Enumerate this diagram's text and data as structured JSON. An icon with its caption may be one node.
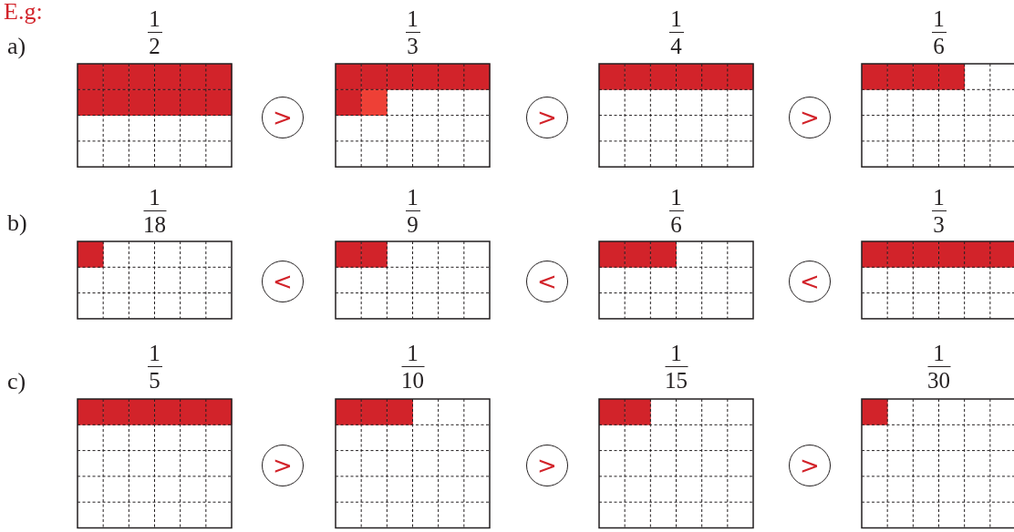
{
  "diagram": {
    "nodes": [
      {
        "text": [
          "1/2"
        ]
      },
      {
        "text": [
          ">"
        ]
      },
      {
        "text": [
          "1/3"
        ]
      },
      {
        "text": [
          ">"
        ]
      },
      {
        "text": [
          "1/4"
        ]
      },
      {
        "text": [
          ">"
        ]
      },
      {
        "text": [
          "1/6"
        ]
      },
      {
        "text": [
          "1/18"
        ]
      },
      {
        "text": [
          "<"
        ]
      },
      {
        "text": [
          "1/9"
        ]
      },
      {
        "text": [
          "<"
        ]
      },
      {
        "text": [
          "1/6"
        ]
      },
      {
        "text": [
          "<"
        ]
      },
      {
        "text": [
          "1/3"
        ]
      },
      {
        "text": [
          "1/5"
        ]
      },
      {
        "text": [
          ">"
        ]
      },
      {
        "text": [
          "1/10"
        ]
      },
      {
        "text": [
          ">"
        ]
      },
      {
        "text": [
          "1/15"
        ]
      },
      {
        "text": [
          ">"
        ]
      },
      {
        "text": [
          "1/30"
        ]
      }
    ],
    "labels": [
      "E.g:",
      "a)",
      "b)",
      "c)"
    ]
  }
}
